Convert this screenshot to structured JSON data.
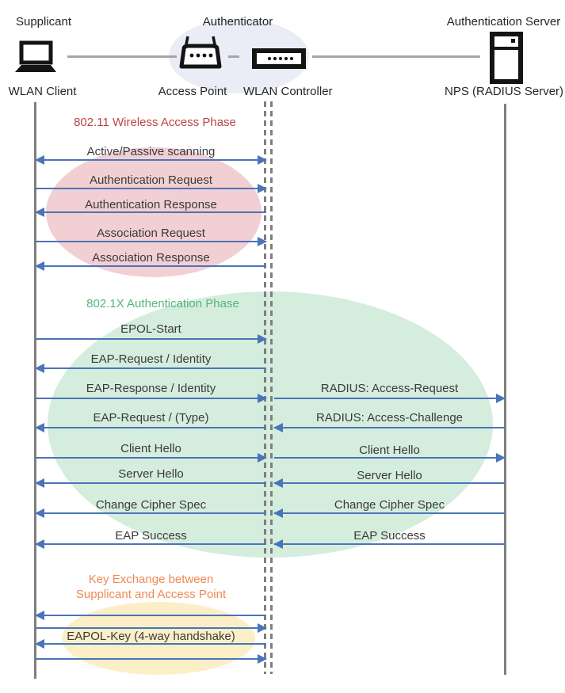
{
  "header": {
    "roles": {
      "supplicant": "Supplicant",
      "authenticator": "Authenticator",
      "auth_server": "Authentication Server"
    },
    "nodes": {
      "wlan_client": "WLAN Client",
      "access_point": "Access Point",
      "wlan_controller": "WLAN Controller",
      "nps": "NPS (RADIUS Server)"
    }
  },
  "phases": [
    {
      "title": "802.11 Wireless Access Phase"
    },
    {
      "title": "802.1X Authentication Phase"
    },
    {
      "title_line1": "Key Exchange between",
      "title_line2": "Supplicant and Access Point"
    }
  ],
  "messages": {
    "left": [
      {
        "label": "Active/Passive scanning",
        "direction": "both"
      },
      {
        "label": "Authentication Request",
        "direction": "right"
      },
      {
        "label": "Authentication Response",
        "direction": "left"
      },
      {
        "label": "Association Request",
        "direction": "right"
      },
      {
        "label": "Association Response",
        "direction": "left"
      },
      {
        "label": "EPOL-Start",
        "direction": "right"
      },
      {
        "label": "EAP-Request / Identity",
        "direction": "left"
      },
      {
        "label": "EAP-Response / Identity",
        "direction": "right"
      },
      {
        "label": "EAP-Request / (Type)",
        "direction": "left"
      },
      {
        "label": "Client Hello",
        "direction": "right"
      },
      {
        "label": "Server Hello",
        "direction": "left"
      },
      {
        "label": "Change Cipher Spec",
        "direction": "left"
      },
      {
        "label": "EAP Success",
        "direction": "left"
      },
      {
        "label": "",
        "direction": "left"
      },
      {
        "label": "",
        "direction": "right"
      },
      {
        "label": "EAPOL-Key (4-way handshake)",
        "direction": "left"
      },
      {
        "label": "",
        "direction": "right"
      }
    ],
    "right": [
      {
        "label": "RADIUS: Access-Request",
        "direction": "right"
      },
      {
        "label": "RADIUS: Access-Challenge",
        "direction": "left"
      },
      {
        "label": "Client Hello",
        "direction": "right"
      },
      {
        "label": "Server Hello",
        "direction": "left"
      },
      {
        "label": "Change Cipher Spec",
        "direction": "left"
      },
      {
        "label": "EAP Success",
        "direction": "left"
      }
    ]
  },
  "colors": {
    "arrow": "#4B74B9",
    "lifeline": "#7F7F7F",
    "phase1_fill": "#F2CFD2",
    "phase2_fill": "#D5EDDD",
    "phase3_fill": "#FCEFC7",
    "authenticator_fill": "#EAEDF6",
    "phase1_text": "#BE4343",
    "phase2_text": "#55B47B",
    "phase3_text": "#ED8A54"
  }
}
